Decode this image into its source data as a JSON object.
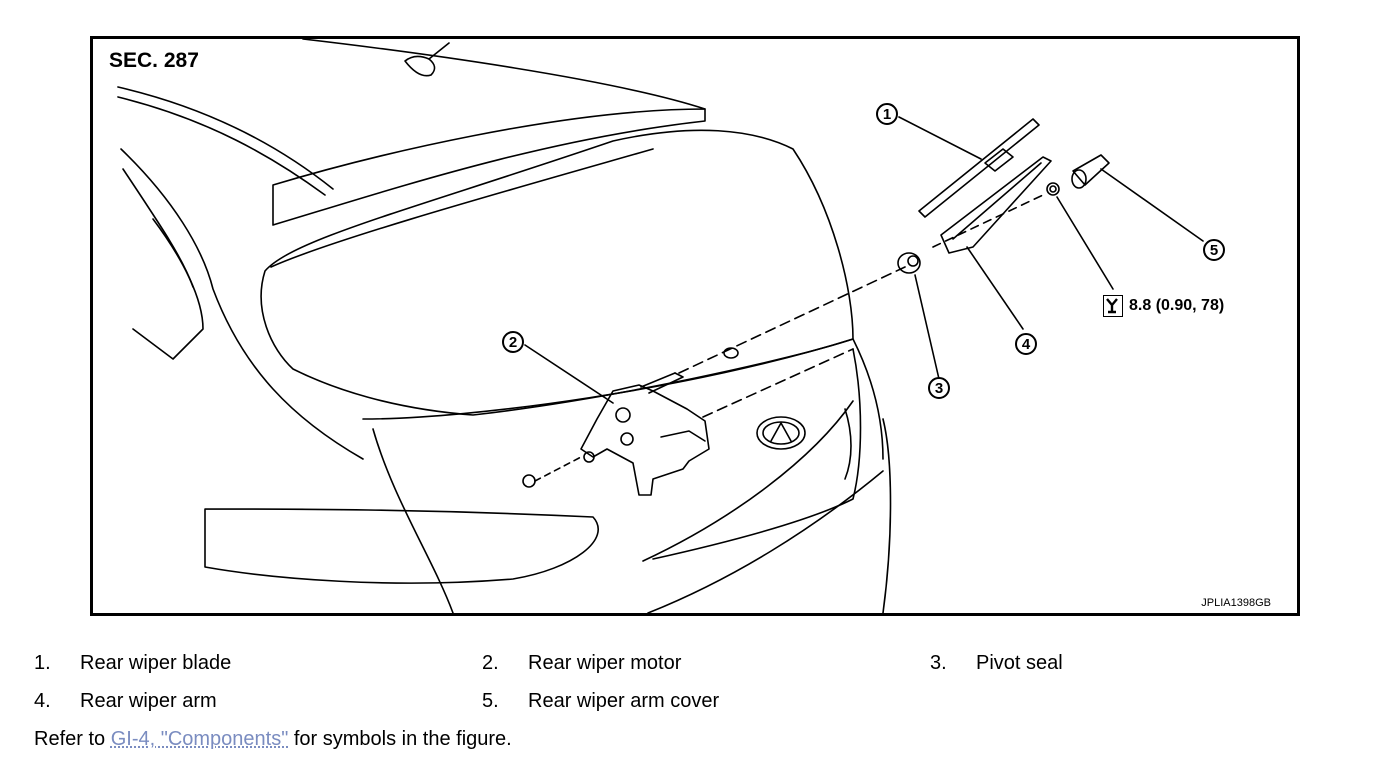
{
  "figure": {
    "section": "SEC. 287",
    "code": "JPLIA1398GB",
    "torque": "8.8 (0.90, 78)",
    "callouts": [
      "1",
      "2",
      "3",
      "4",
      "5"
    ]
  },
  "legend": [
    {
      "num": "1.",
      "label": "Rear wiper blade"
    },
    {
      "num": "2.",
      "label": "Rear wiper motor"
    },
    {
      "num": "3.",
      "label": "Pivot seal"
    },
    {
      "num": "4.",
      "label": "Rear wiper arm"
    },
    {
      "num": "5.",
      "label": "Rear wiper arm cover"
    }
  ],
  "refer": {
    "prefix": "Refer to ",
    "link": "GI-4, \"Components\"",
    "suffix": " for symbols in the figure."
  }
}
